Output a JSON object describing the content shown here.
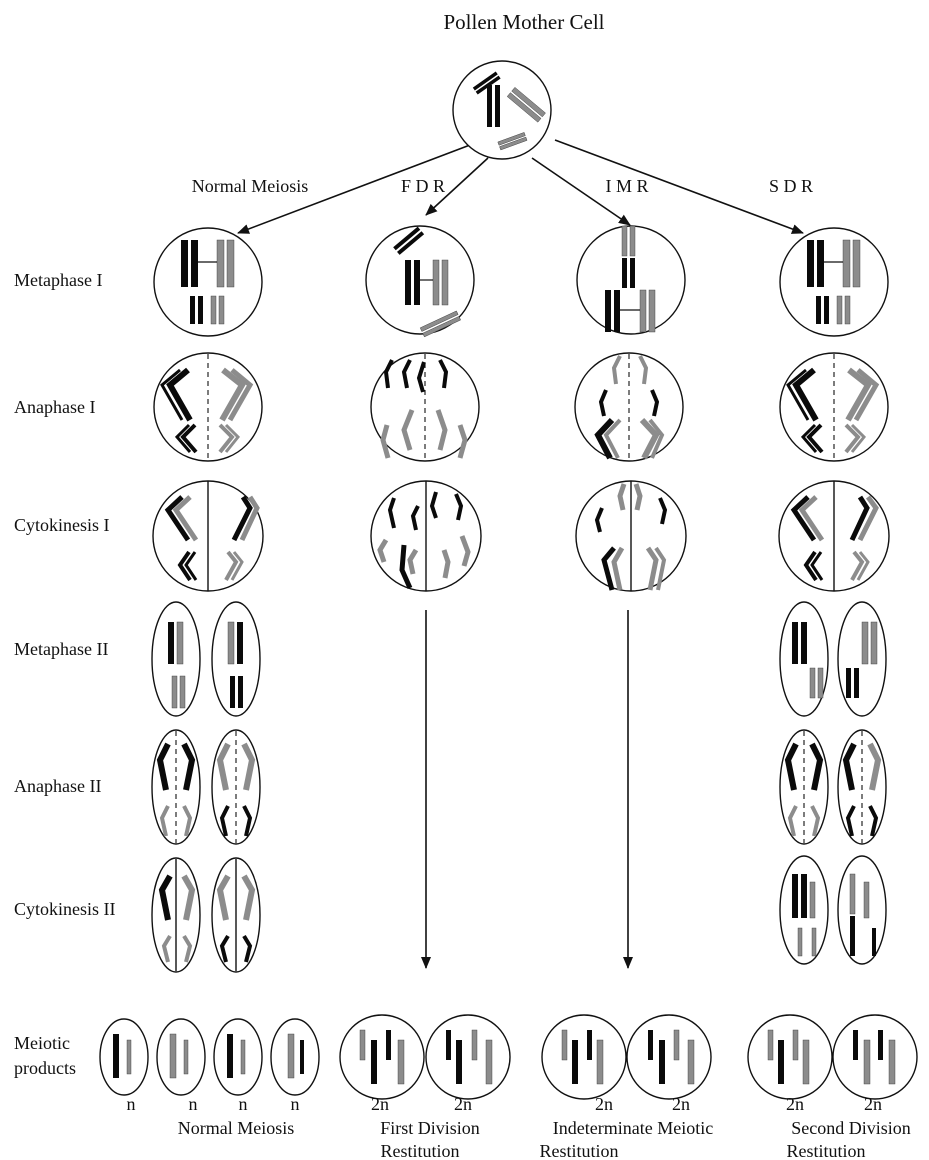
{
  "title": "Pollen Mother Cell",
  "pathways": {
    "normal": "Normal Meiosis",
    "fdr": "F D R",
    "imr": "I M R",
    "sdr": "S D R"
  },
  "stages": {
    "metaphase1": "Metaphase I",
    "anaphase1": "Anaphase I",
    "cytokinesis1": "Cytokinesis I",
    "metaphase2": "Metaphase II",
    "anaphase2": "Anaphase II",
    "cytokinesis2": "Cytokinesis II",
    "products_line1": "Meiotic",
    "products_line2": "products"
  },
  "ploidy": {
    "haploid": "n",
    "diploid": "2n"
  },
  "products": {
    "normal": "Normal Meiosis",
    "fdr_line1": "First Division",
    "fdr_line2": "Restitution",
    "imr_line1": "Indeterminate Meiotic",
    "imr_line2": "Restitution",
    "sdr_line1": "Second Division",
    "sdr_line2": "Restitution"
  },
  "colors": {
    "maternal": "#0a0a0a",
    "paternal": "#8c8c8c"
  }
}
